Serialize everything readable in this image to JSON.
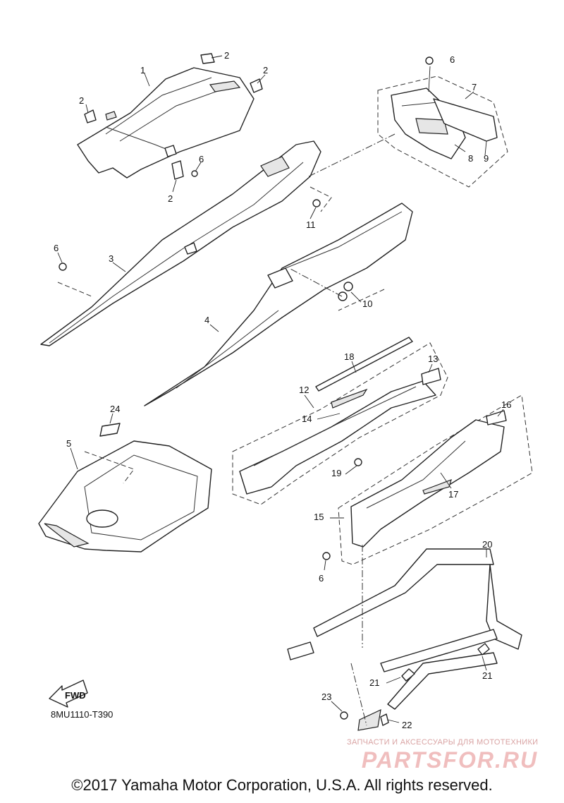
{
  "diagram": {
    "code": "8MU1110-T390",
    "fwd_label": "FWD",
    "callouts": [
      {
        "id": "c1a",
        "label": "1"
      },
      {
        "id": "c2a",
        "label": "2"
      },
      {
        "id": "c2b",
        "label": "2"
      },
      {
        "id": "c2c",
        "label": "2"
      },
      {
        "id": "c2d",
        "label": "2"
      },
      {
        "id": "c3",
        "label": "3"
      },
      {
        "id": "c4",
        "label": "4"
      },
      {
        "id": "c5",
        "label": "5"
      },
      {
        "id": "c6a",
        "label": "6"
      },
      {
        "id": "c6b",
        "label": "6"
      },
      {
        "id": "c6c",
        "label": "6"
      },
      {
        "id": "c6d",
        "label": "6"
      },
      {
        "id": "c7",
        "label": "7"
      },
      {
        "id": "c8",
        "label": "8"
      },
      {
        "id": "c9",
        "label": "9"
      },
      {
        "id": "c10",
        "label": "10"
      },
      {
        "id": "c11",
        "label": "11"
      },
      {
        "id": "c12",
        "label": "12"
      },
      {
        "id": "c13",
        "label": "13"
      },
      {
        "id": "c14",
        "label": "14"
      },
      {
        "id": "c15",
        "label": "15"
      },
      {
        "id": "c16",
        "label": "16"
      },
      {
        "id": "c17",
        "label": "17"
      },
      {
        "id": "c18",
        "label": "18"
      },
      {
        "id": "c19",
        "label": "19"
      },
      {
        "id": "c20",
        "label": "20"
      },
      {
        "id": "c21a",
        "label": "21"
      },
      {
        "id": "c21b",
        "label": "21"
      },
      {
        "id": "c22",
        "label": "22"
      },
      {
        "id": "c23",
        "label": "23"
      },
      {
        "id": "c24",
        "label": "24"
      }
    ]
  },
  "watermark": {
    "tagline": "ЗАПЧАСТИ И АКСЕССУАРЫ ДЛЯ МОТОТЕХНИКИ",
    "logo_text": "PARTSFOR.RU",
    "color": "#e48a8a"
  },
  "copyright": "©2017 Yamaha Motor Corporation, U.S.A. All rights reserved."
}
